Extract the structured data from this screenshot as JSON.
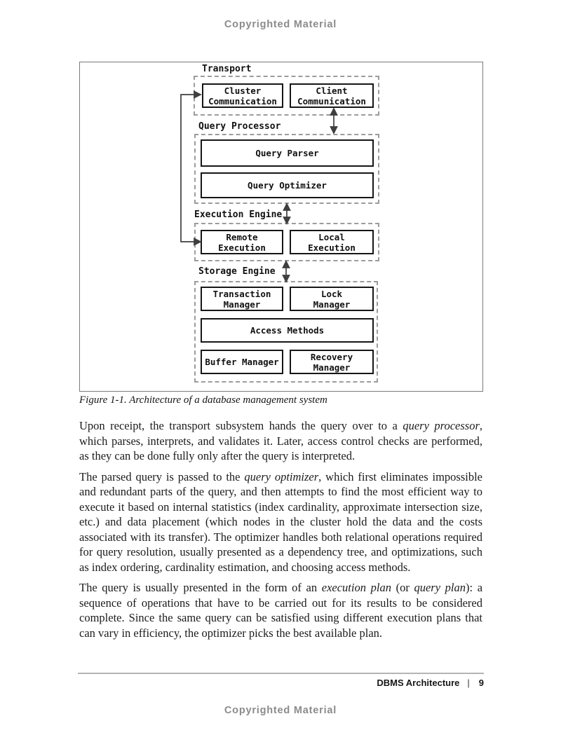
{
  "page": {
    "copyright_top": "Copyrighted Material",
    "copyright_bottom": "Copyrighted Material"
  },
  "diagram": {
    "transport_label": "Transport",
    "cluster_communication": [
      "Cluster",
      "Communication"
    ],
    "client_communication": [
      "Client",
      "Communication"
    ],
    "query_processor_label": "Query Processor",
    "query_parser": "Query Parser",
    "query_optimizer": "Query Optimizer",
    "execution_engine_label": "Execution Engine",
    "remote_execution": [
      "Remote",
      "Execution"
    ],
    "local_execution": [
      "Local",
      "Execution"
    ],
    "storage_engine_label": "Storage Engine",
    "transaction_manager": [
      "Transaction",
      "Manager"
    ],
    "lock_manager": [
      "Lock",
      "Manager"
    ],
    "access_methods": "Access Methods",
    "buffer_manager": "Buffer Manager",
    "recovery_manager": [
      "Recovery",
      "Manager"
    ]
  },
  "figure": {
    "caption": "Figure 1-1. Architecture of a database management system"
  },
  "body": {
    "paragraphs": [
      {
        "segments": [
          {
            "text": "Upon receipt, the transport subsystem hands the query over to a ",
            "italic": false
          },
          {
            "text": "query processor",
            "italic": true
          },
          {
            "text": ", which parses, interprets, and validates it. Later, access control checks are performed, as they can be done fully only after the query is interpreted.",
            "italic": false
          }
        ]
      },
      {
        "segments": [
          {
            "text": "The parsed query is passed to the ",
            "italic": false
          },
          {
            "text": "query optimizer",
            "italic": true
          },
          {
            "text": ", which first eliminates impossible and redundant parts of the query, and then attempts to find the most efficient way to execute it based on internal statistics (index cardinality, approximate intersection size, etc.) and data placement (which nodes in the cluster hold the data and the costs associated with its transfer). The optimizer handles both relational operations required for query resolution, usually presented as a dependency tree, and optimizations, such as index ordering, cardinality estimation, and choosing access methods.",
            "italic": false
          }
        ]
      },
      {
        "segments": [
          {
            "text": "The query is usually presented in the form of an ",
            "italic": false
          },
          {
            "text": "execution plan",
            "italic": true
          },
          {
            "text": " (or ",
            "italic": false
          },
          {
            "text": "query plan",
            "italic": true
          },
          {
            "text": "): a sequence of operations that have to be carried out for its results to be considered complete. Since the same query can be satisfied using different execution plans that can vary in efficiency, the optimizer picks the best available plan.",
            "italic": false
          }
        ]
      }
    ]
  },
  "footer": {
    "section_title": "DBMS Architecture",
    "separator": "|",
    "page_number": "9"
  },
  "colors": {
    "copyright_gray": "#8b8b8b",
    "box_border": "#161616",
    "dashed_border": "#9c9c9c",
    "arrow": "#3f3f3f",
    "frame_border": "#7a7a7a",
    "footer_rule": "#b4b4b4"
  }
}
